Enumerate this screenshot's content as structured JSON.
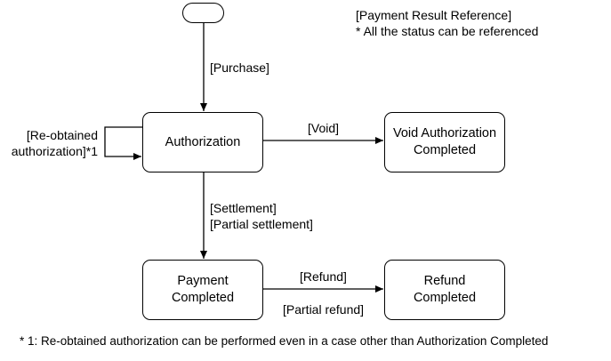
{
  "nodes": {
    "authorization": "Authorization",
    "void_completed": "Void Authorization\nCompleted",
    "payment_completed": "Payment\nCompleted",
    "refund_completed": "Refund\nCompleted"
  },
  "edges": {
    "purchase": "[Purchase]",
    "reobtained": "[Re-obtained\nauthorization]*1",
    "void": "[Void]",
    "settlement": "[Settlement]\n[Partial settlement]",
    "refund": "[Refund]",
    "partial_refund": "[Partial refund]"
  },
  "notes": {
    "reference": "[Payment Result Reference]\n* All the status can be referenced",
    "footnote": "* 1: Re-obtained authorization can be performed even in a case other than Authorization Completed"
  },
  "colors": {
    "line": "#000000",
    "background": "#ffffff"
  }
}
